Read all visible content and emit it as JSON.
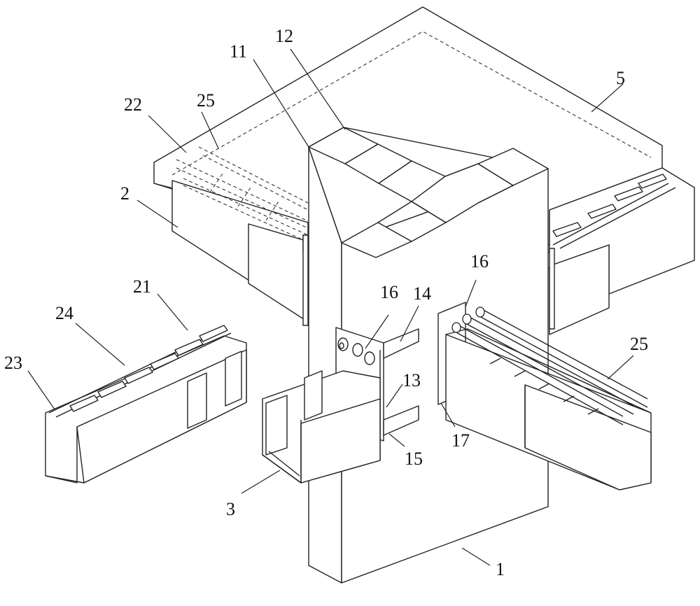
{
  "labels": {
    "l1": "1",
    "l2": "2",
    "l3": "3",
    "l5": "5",
    "l11": "11",
    "l12": "12",
    "l13": "13",
    "l14": "14",
    "l15": "15",
    "l16a": "16",
    "l16b": "16",
    "l17": "17",
    "l21": "21",
    "l22": "22",
    "l23": "23",
    "l24": "24",
    "l25a": "25",
    "l25b": "25"
  },
  "colors": {
    "line": "#222222",
    "background": "#ffffff"
  }
}
